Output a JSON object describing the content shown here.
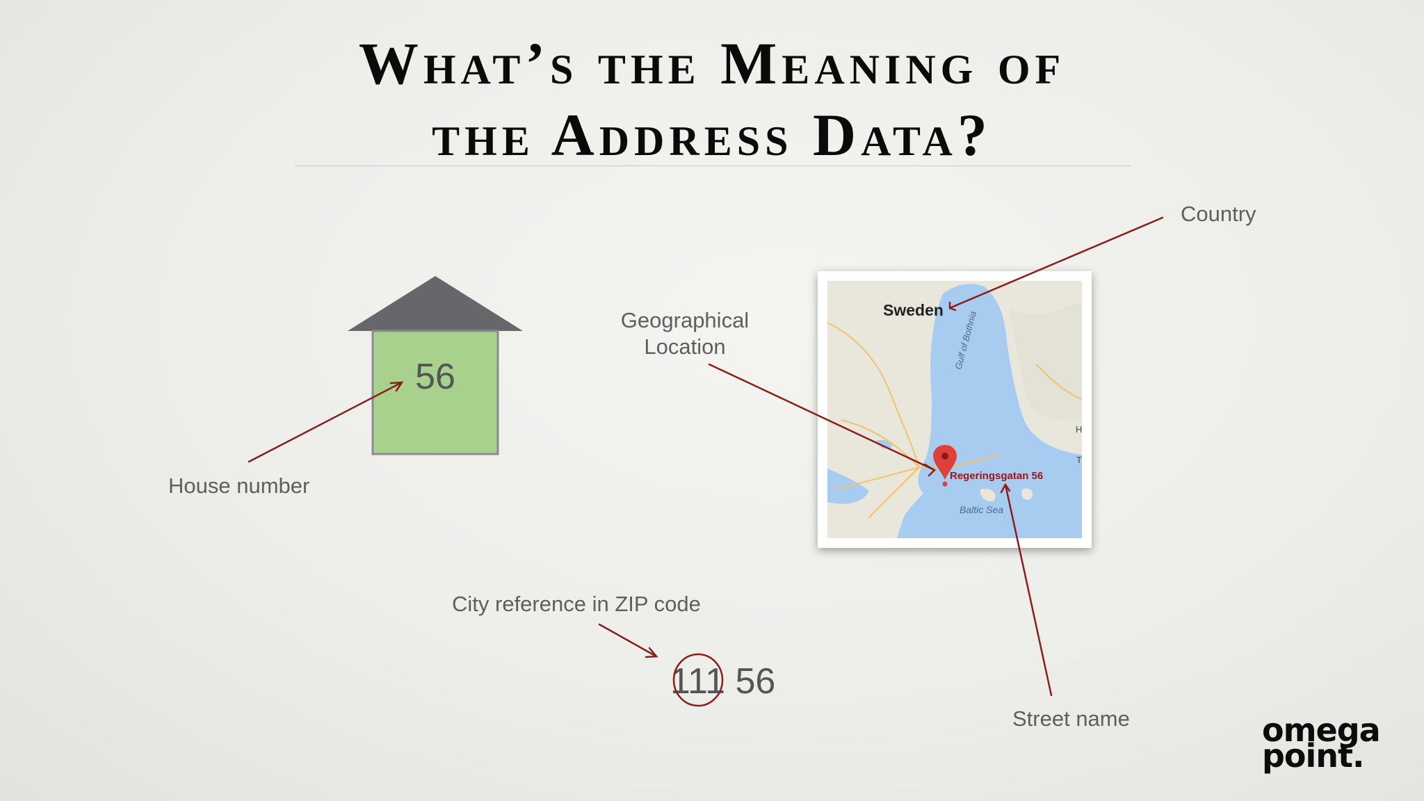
{
  "title": {
    "line1": "What’s the Meaning of",
    "line2": "the Address Data?"
  },
  "house": {
    "number": "56",
    "label": "House number"
  },
  "labels": {
    "geo_line1": "Geographical",
    "geo_line2": "Location",
    "country": "Country",
    "zip_caption": "City reference in ZIP code",
    "street": "Street name"
  },
  "zip": {
    "prefix": "11",
    "rest": "1 56"
  },
  "map": {
    "country_name": "Sweden",
    "gulf": "Gulf of Bothnia",
    "sea": "Baltic Sea",
    "address": "Regeringsgatan 56",
    "edge_letter_1": "H",
    "edge_letter_2": "T"
  },
  "colors": {
    "arrow": "#8b1d1a",
    "roof": "#66676b",
    "house_body": "#a9d18e",
    "water": "#a8cbf0",
    "land": "#e9e6dc",
    "pin": "#e0403a"
  },
  "logo": {
    "line1": "omega",
    "line2": "point."
  }
}
